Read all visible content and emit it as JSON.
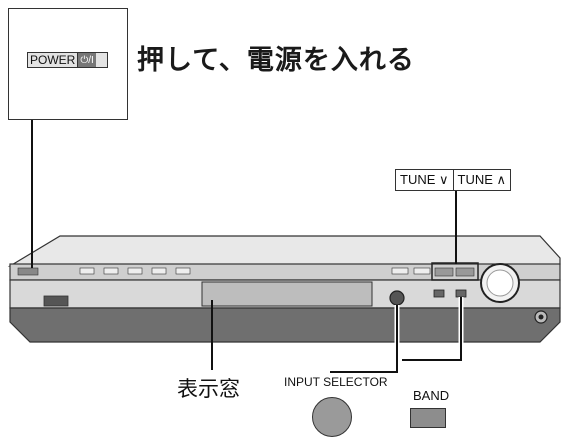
{
  "instruction": "押して、電源を入れる",
  "power_button": {
    "label": "POWER",
    "symbol": "⏻/I"
  },
  "tune_buttons": {
    "down": "TUNE ∨",
    "up": "TUNE ∧"
  },
  "labels": {
    "display_window": "表示窓",
    "input_selector": "INPUT SELECTOR",
    "band": "BAND"
  },
  "colors": {
    "device_body": "#d9d9d9",
    "device_bottom": "#6f6f6f",
    "outline": "#333333"
  }
}
